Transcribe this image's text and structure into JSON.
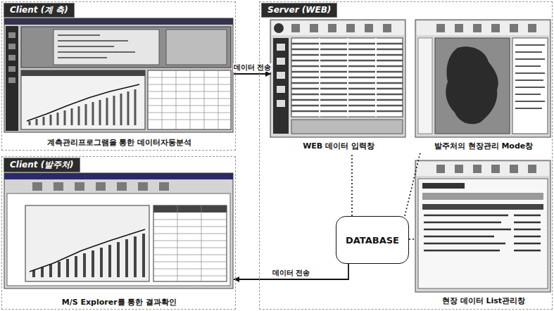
{
  "diagram": {
    "nodes": [
      {
        "text": [
          "Client (계 측)"
        ]
      },
      {
        "text": [
          "계측관리프로그램을 통한 데이터자동분석"
        ],
        "in": 0
      },
      {
        "text": [
          "Server (WEB)"
        ]
      },
      {
        "text": [
          "WEB 데이터 입력창"
        ],
        "in": 2
      },
      {
        "text": [
          "발주처의 현장관리 Mode창"
        ],
        "in": 2
      },
      {
        "text": [
          "Client (발주처)"
        ]
      },
      {
        "text": [
          "M/S Explorer를 통한 결과확인"
        ],
        "in": 5
      },
      {
        "text": [
          "DATABASE"
        ],
        "in": 2
      },
      {
        "text": [
          "현장 데이터 List관리창"
        ],
        "in": 2
      }
    ],
    "edges": [
      {
        "from": 1,
        "to": 3,
        "arrow": "to",
        "label": "데이터 전송"
      },
      {
        "from": 7,
        "to": 6,
        "arrow": "to",
        "label": "데이터 전송"
      },
      {
        "from": 7,
        "to": 3,
        "arrow": "none"
      },
      {
        "from": 7,
        "to": 4,
        "arrow": "none"
      },
      {
        "from": 7,
        "to": 8,
        "arrow": "none"
      }
    ]
  }
}
